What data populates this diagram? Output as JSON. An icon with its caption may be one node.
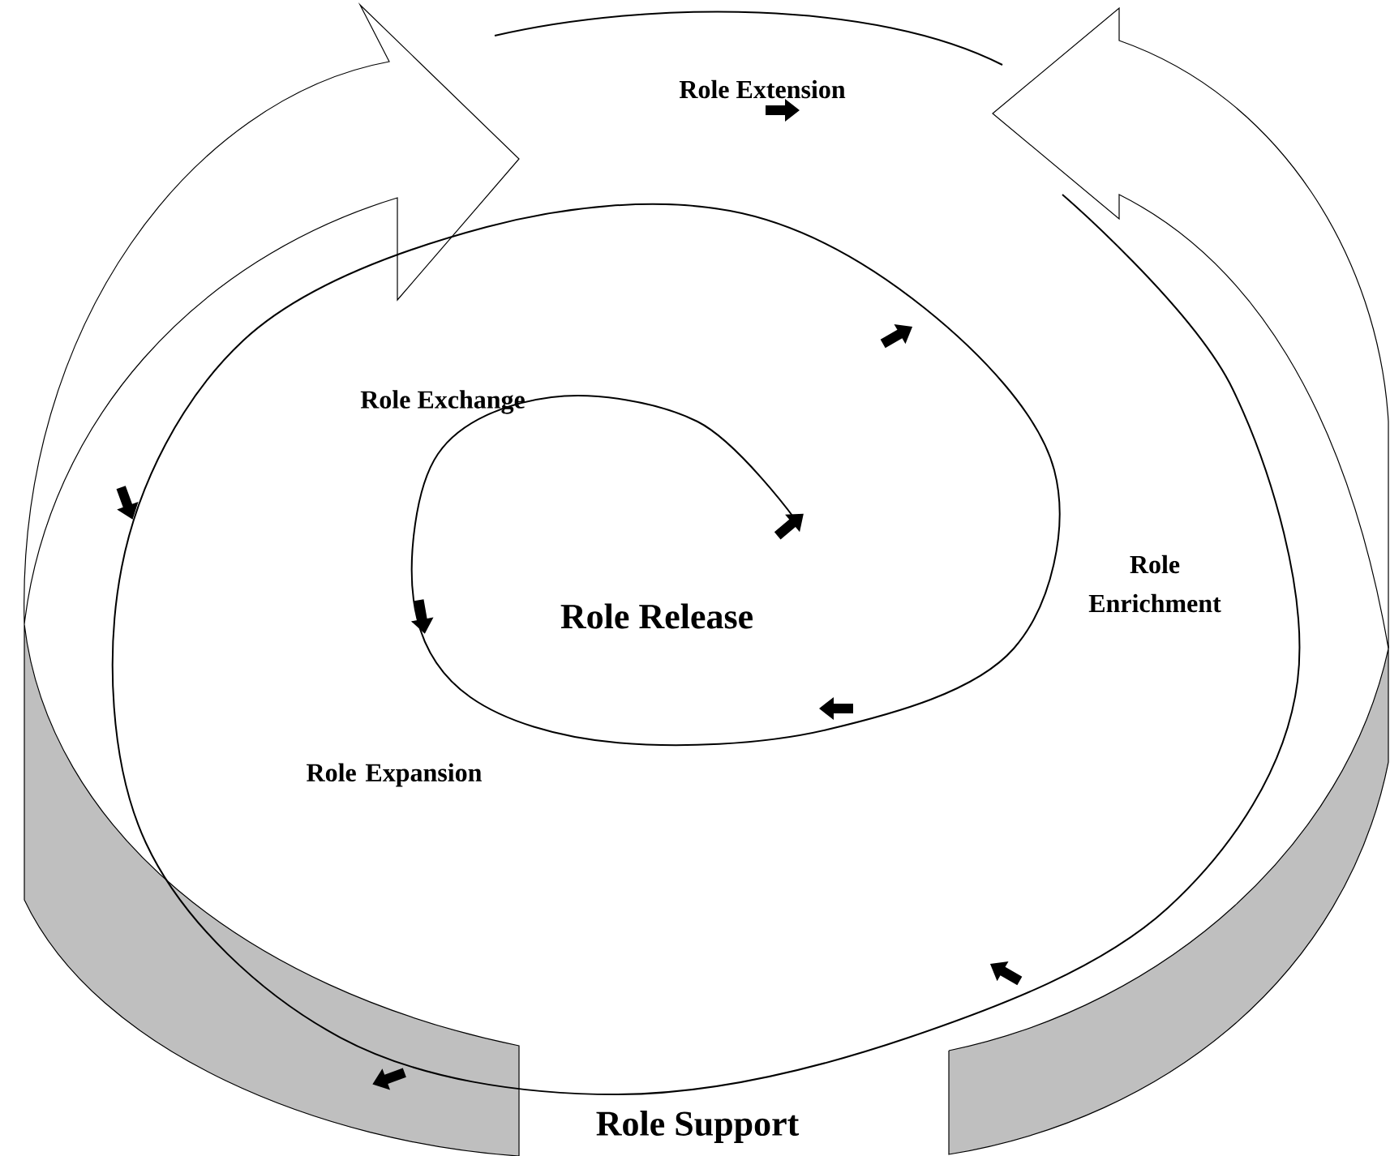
{
  "diagram": {
    "labels": [
      "Role Extension",
      "Role Exchange",
      "Role Enrichment",
      "Role Release",
      "Role Expansion",
      "Role Support"
    ]
  }
}
